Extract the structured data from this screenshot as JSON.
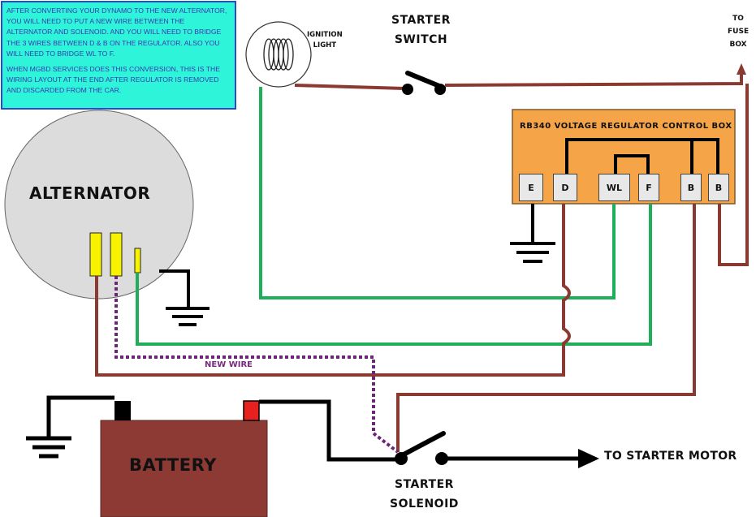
{
  "note": {
    "paragraph1": "AFTER CONVERTING YOUR DYNAMO TO THE NEW ALTERNATOR, YOU WILL NEED TO PUT A NEW WIRE BETWEEN THE ALTERNATOR AND SOLENOID. AND YOU WILL NEED TO BRIDGE THE 3 WIRES BETWEEN D & B ON THE REGULATOR. ALSO YOU WILL NEED TO BRIDGE WL TO F.",
    "paragraph2": "WHEN MGBD SERVICES DOES THIS CONVERSION, THIS IS THE WIRING LAYOUT AT THE END AFTER REGULATOR IS REMOVED AND DISCARDED FROM THE CAR."
  },
  "labels": {
    "ignition_light_1": "IGNITION",
    "ignition_light_2": "LIGHT",
    "starter_switch_1": "STARTER",
    "starter_switch_2": "SWITCH",
    "fuse_box_1": "TO",
    "fuse_box_2": "FUSE",
    "fuse_box_3": "BOX",
    "regulator_title": "RB340 VOLTAGE REGULATOR CONTROL BOX",
    "alternator": "ALTERNATOR",
    "battery": "BATTERY",
    "new_wire": "NEW WIRE",
    "starter_solenoid_1": "STARTER",
    "starter_solenoid_2": "SOLENOID",
    "starter_motor": "TO STARTER MOTOR"
  },
  "terminals": {
    "e": "E",
    "d": "D",
    "wl": "WL",
    "f": "F",
    "b1": "B",
    "b2": "B"
  },
  "colors": {
    "wire_brown": "#8b3a32",
    "wire_green": "#1fae5a",
    "wire_purple": "#6e2479",
    "wire_black": "#000000",
    "regulator_orange": "#f5a547",
    "battery_body": "#8d3a34",
    "battery_terminal_positive": "#e82020",
    "alternator_terminal": "#f7f200",
    "alternator_body": "#dcdcdc",
    "note_background": "#2ef5d9"
  }
}
